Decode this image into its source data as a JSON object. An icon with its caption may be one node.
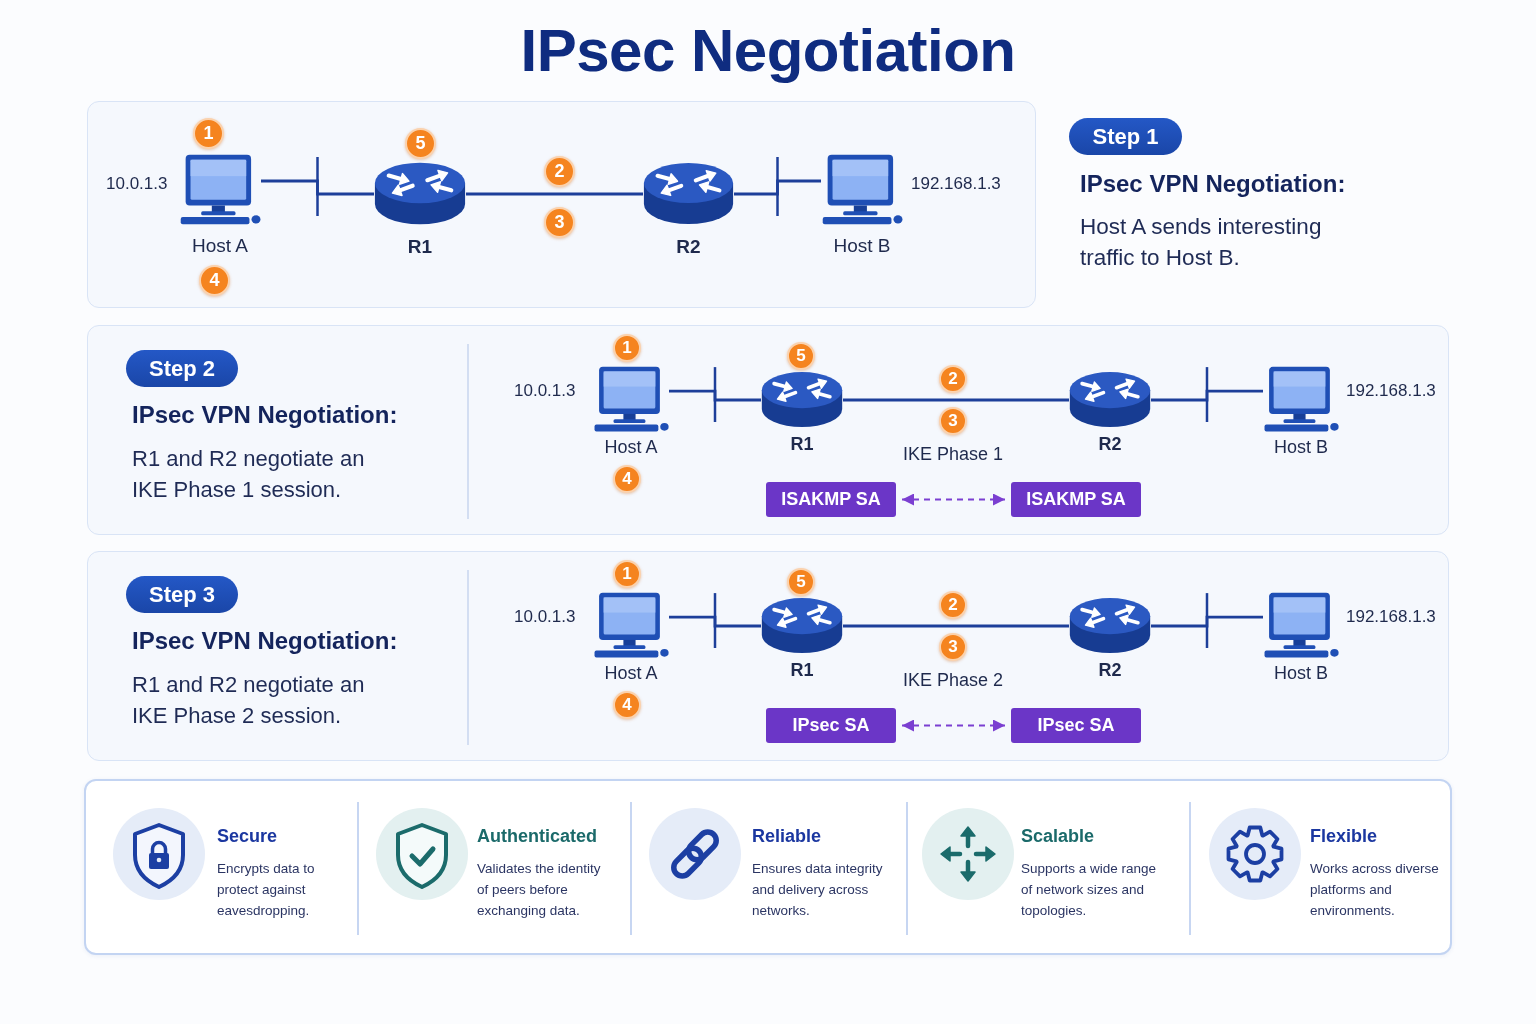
{
  "diagram": {
    "title": "IPsec Negotiation",
    "nodes": [
      {
        "text": [],
        "shape": "box"
      },
      {
        "text": [
          "1"
        ],
        "in": 0
      },
      {
        "text": [
          "Host A"
        ],
        "in": 0,
        "beside": [
          "10.0.1.3"
        ]
      },
      {
        "text": [
          "5"
        ],
        "in": 0
      },
      {
        "text": [
          "R1"
        ],
        "in": 0
      },
      {
        "text": [
          "2"
        ],
        "in": 0
      },
      {
        "text": [
          "3"
        ],
        "in": 0
      },
      {
        "text": [
          "R2"
        ],
        "in": 0
      },
      {
        "text": [
          "Host B"
        ],
        "in": 0,
        "beside": [
          "192.168.1.3"
        ]
      },
      {
        "text": [
          "4"
        ],
        "in": 0
      },
      {
        "text": [
          "Step 1"
        ],
        "beside": [
          "IPsec VPN Negotiation:",
          "Host A sends interesting traffic to Host B."
        ]
      },
      {
        "text": [
          "IPsec VPN Negotiation:",
          "R1 and R2 negotiate an IKE Phase 1 session."
        ]
      },
      {
        "text": [
          "Step 2"
        ],
        "in": 11
      },
      {
        "text": [
          "1"
        ],
        "in": 11
      },
      {
        "text": [
          "Host A"
        ],
        "in": 11,
        "beside": [
          "10.0.1.3"
        ]
      },
      {
        "text": [
          "5"
        ],
        "in": 11
      },
      {
        "text": [
          "R1"
        ],
        "in": 11
      },
      {
        "text": [
          "2"
        ],
        "in": 11
      },
      {
        "text": [
          "3"
        ],
        "in": 11
      },
      {
        "text": [
          "R2"
        ],
        "in": 11
      },
      {
        "text": [
          "Host B"
        ],
        "in": 11,
        "beside": [
          "192.168.1.3"
        ]
      },
      {
        "text": [
          "4"
        ],
        "in": 11
      },
      {
        "text": [
          "ISAKMP SA"
        ],
        "in": 11
      },
      {
        "text": [
          "ISAKMP SA"
        ],
        "in": 11
      },
      {
        "text": [
          "IPsec VPN Negotiation:",
          "R1 and R2 negotiate an IKE Phase 2 session."
        ]
      },
      {
        "text": [
          "Step 3"
        ],
        "in": 24
      },
      {
        "text": [
          "1"
        ],
        "in": 24
      },
      {
        "text": [
          "Host A"
        ],
        "in": 24,
        "beside": [
          "10.0.1.3"
        ]
      },
      {
        "text": [
          "5"
        ],
        "in": 24
      },
      {
        "text": [
          "R1"
        ],
        "in": 24
      },
      {
        "text": [
          "2"
        ],
        "in": 24
      },
      {
        "text": [
          "3"
        ],
        "in": 24
      },
      {
        "text": [
          "R2"
        ],
        "in": 24
      },
      {
        "text": [
          "Host B"
        ],
        "in": 24,
        "beside": [
          "192.168.1.3"
        ]
      },
      {
        "text": [
          "4"
        ],
        "in": 24
      },
      {
        "text": [
          "IPsec SA"
        ],
        "in": 24
      },
      {
        "text": [
          "IPsec SA"
        ],
        "in": 24
      },
      {
        "text": [
          "Secure",
          "Encrypts data to protect against eavesdropping.",
          "Authenticated",
          "Validates the identity of peers before exchanging data.",
          "Reliable",
          "Ensures data integrity and delivery across networks.",
          "Scalable",
          "Supports a wide range of network sizes and topologies.",
          "Flexible",
          "Works across diverse platforms and environments."
        ]
      }
    ],
    "edges": [
      {
        "from": 2,
        "to": 4,
        "arrow": "none"
      },
      {
        "from": 4,
        "to": 7,
        "arrow": "none"
      },
      {
        "from": 7,
        "to": 8,
        "arrow": "none"
      },
      {
        "from": 14,
        "to": 16,
        "arrow": "none"
      },
      {
        "from": 16,
        "to": 19,
        "arrow": "none"
      },
      {
        "from": 19,
        "to": 20,
        "arrow": "none"
      },
      {
        "from": 22,
        "to": 23,
        "arrow": "both",
        "style": "dashed",
        "color": "#7b3fd1"
      },
      {
        "from": 27,
        "to": 29,
        "arrow": "none"
      },
      {
        "from": 29,
        "to": 32,
        "arrow": "none"
      },
      {
        "from": 32,
        "to": 33,
        "arrow": "none"
      },
      {
        "from": 35,
        "to": 36,
        "arrow": "both",
        "style": "dashed",
        "color": "#7b3fd1"
      }
    ],
    "labels": [
      "IKE Phase 1",
      "IKE Phase 2"
    ]
  }
}
